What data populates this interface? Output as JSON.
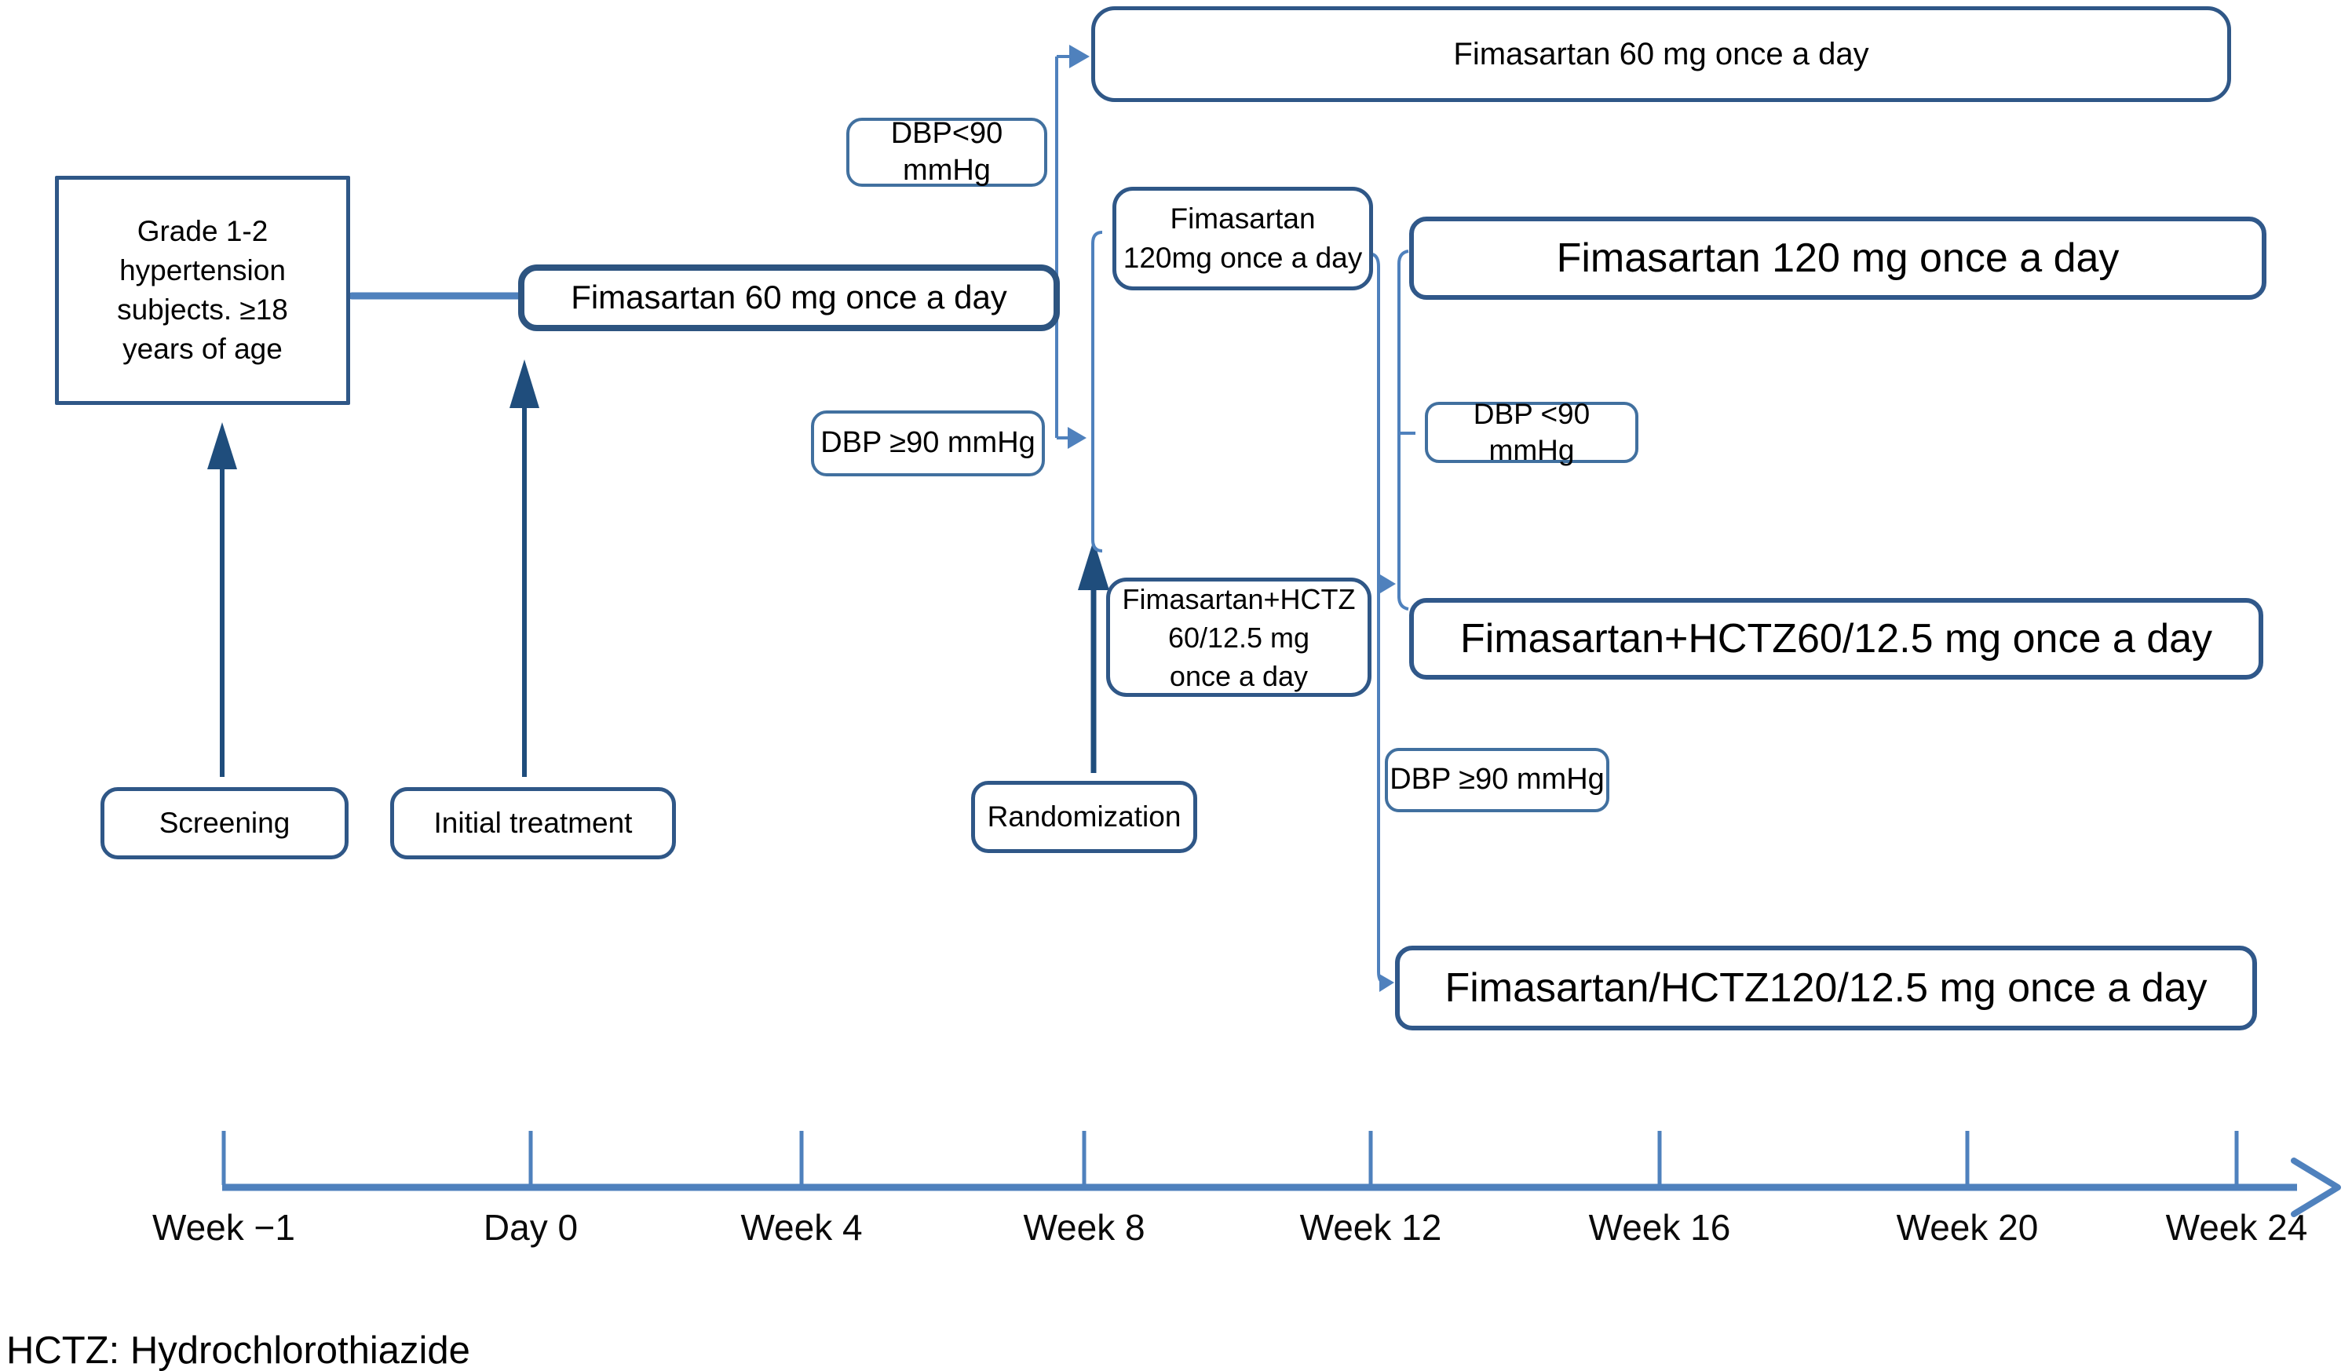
{
  "title": "Study design flow diagram",
  "colors": {
    "box_border_dark": "#2f5787",
    "box_border_heavy": "#2d5480",
    "thin_box_border": "#41709f",
    "connector_blue": "#4f81bd",
    "dark_arrow": "#1f4d7c",
    "text": "#000000",
    "background": "#ffffff"
  },
  "nodes": {
    "eligibility": {
      "lines": [
        "Grade 1-2",
        "hypertension",
        "subjects. ≥18",
        "years of age"
      ]
    },
    "screening": {
      "label": "Screening"
    },
    "initial_treatment": {
      "label": "Initial treatment"
    },
    "randomization": {
      "label": "Randomization"
    },
    "initial_arm": {
      "label": "Fimasartan 60 mg once a day"
    },
    "continue_60": {
      "label": "Fimasartan 60 mg once a day"
    },
    "dbp_lt90_upper": {
      "label": "DBP<90 mmHg"
    },
    "dbp_ge90_left": {
      "label": "DBP ≥90 mmHg"
    },
    "arm_120": {
      "lines": [
        "Fimasartan",
        "120mg once a day"
      ]
    },
    "arm_hctz": {
      "lines": [
        "Fimasartan+HCTZ",
        "60/12.5 mg",
        "once a day"
      ]
    },
    "dbp_lt90_right": {
      "label": "DBP <90 mmHg"
    },
    "dbp_ge90_right": {
      "label": "DBP ≥90 mmHg"
    },
    "continue_120": {
      "label": "Fimasartan 120 mg once a day"
    },
    "continue_hctz60": {
      "label": "Fimasartan+HCTZ60/12.5 mg once a day"
    },
    "uptitrate_combo": {
      "label": "Fimasartan/HCTZ120/12.5 mg once a day"
    }
  },
  "timeline": {
    "labels": [
      "Week −1",
      "Day 0",
      "Week 4",
      "Week 8",
      "Week 12",
      "Week 16",
      "Week 20",
      "Week 24"
    ]
  },
  "footnote": "HCTZ: Hydrochlorothiazide"
}
